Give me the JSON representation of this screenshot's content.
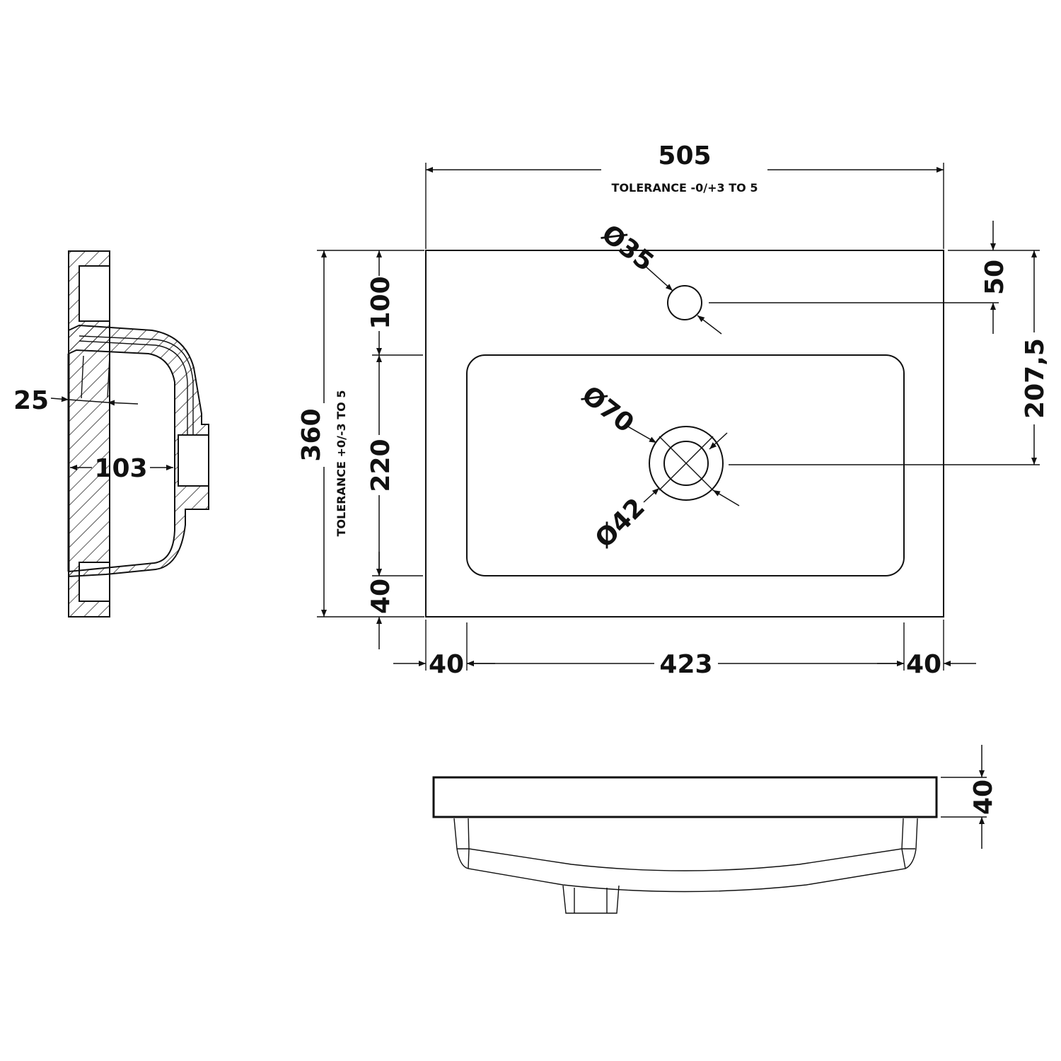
{
  "drawing": {
    "top_view": {
      "width": "505",
      "width_tolerance": "TOLERANCE -0/+3 TO 5",
      "depth": "360",
      "depth_tolerance": "TOLERANCE +0/-3 TO 5",
      "tap_hole_dia": "Ø35",
      "tap_hole_offset": "50",
      "waste_offset": "207,5",
      "waste_outer_dia": "Ø70",
      "waste_inner_dia": "Ø42",
      "rear_margin": "100",
      "basin_length": "220",
      "front_margin": "40",
      "left_margin": "40",
      "basin_width": "423",
      "right_margin": "40"
    },
    "side_section": {
      "rim_thickness": "25",
      "bowl_depth": "103"
    },
    "front_view": {
      "deck_thickness": "40"
    }
  }
}
